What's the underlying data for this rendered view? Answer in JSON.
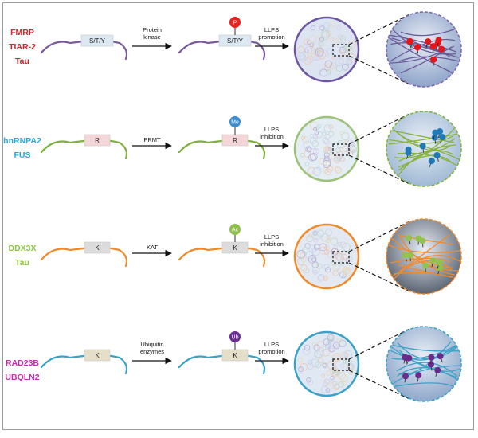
{
  "rows": [
    {
      "proteins": [
        "FMRP",
        "TIAR-2",
        "Tau"
      ],
      "label_color": "#d7212f",
      "motif": "S/T/Y",
      "motif_fill": "#dce9f3",
      "chain_color": "#7a5a9c",
      "enzyme": [
        "Protein",
        "kinase"
      ],
      "mod_label": "P",
      "mod_color": "#e8221f",
      "effect": [
        "LLPS",
        "promotion"
      ],
      "droplet_border": "#6d56a3",
      "droplet_fill": "#dde4f1",
      "zoom_bg": "#8ea4c9",
      "zoom_border": "#7b63ad",
      "zoom_chain": "#6b5a98",
      "zoom_dot": "#e6151b"
    },
    {
      "proteins": [
        "hnRNPA2",
        "FUS"
      ],
      "label_color": "#27a9df",
      "motif": "R",
      "motif_fill": "#f5d6d8",
      "chain_color": "#7fae3b",
      "enzyme": [
        "PRMT"
      ],
      "mod_label": "Me",
      "mod_color": "#3b8ccd",
      "effect": [
        "LLPS",
        "inhibition"
      ],
      "droplet_border": "#9cc277",
      "droplet_fill": "#e4ecf4",
      "zoom_bg": "#9fb9d4",
      "zoom_border": "#7fae3b",
      "zoom_chain": "#86b23c",
      "zoom_dot": "#1f78b8"
    },
    {
      "proteins": [
        "DDX3X",
        "Tau"
      ],
      "label_color": "#8cc63f",
      "motif": "K",
      "motif_fill": "#dcdcdc",
      "chain_color": "#ef8a2b",
      "enzyme": [
        "KAT"
      ],
      "mod_label": "Ac",
      "mod_color": "#8fbf4d",
      "effect": [
        "LLPS",
        "inhibition"
      ],
      "droplet_border": "#ef8a2b",
      "droplet_fill": "#e3e9f3",
      "zoom_bg": "#5b6472",
      "zoom_border": "#ef8a2b",
      "zoom_chain": "#ef8a2b",
      "zoom_dot": "#8fc24e"
    },
    {
      "proteins": [
        "RAD23B",
        "UBQLN2"
      ],
      "label_color": "#c42bb1",
      "motif": "K",
      "motif_fill": "#e5dfc9",
      "chain_color": "#3aa1c7",
      "enzyme": [
        "Ubiquitin",
        "enzymes"
      ],
      "mod_label": "Ub",
      "mod_color": "#6b2f91",
      "effect": [
        "LLPS",
        "promotion"
      ],
      "droplet_border": "#3aa1c7",
      "droplet_fill": "#dfe8f3",
      "zoom_bg": "#8fa8cb",
      "zoom_border": "#3aa1c7",
      "zoom_chain": "#3aa1c7",
      "zoom_dot": "#6b2b8c"
    }
  ]
}
